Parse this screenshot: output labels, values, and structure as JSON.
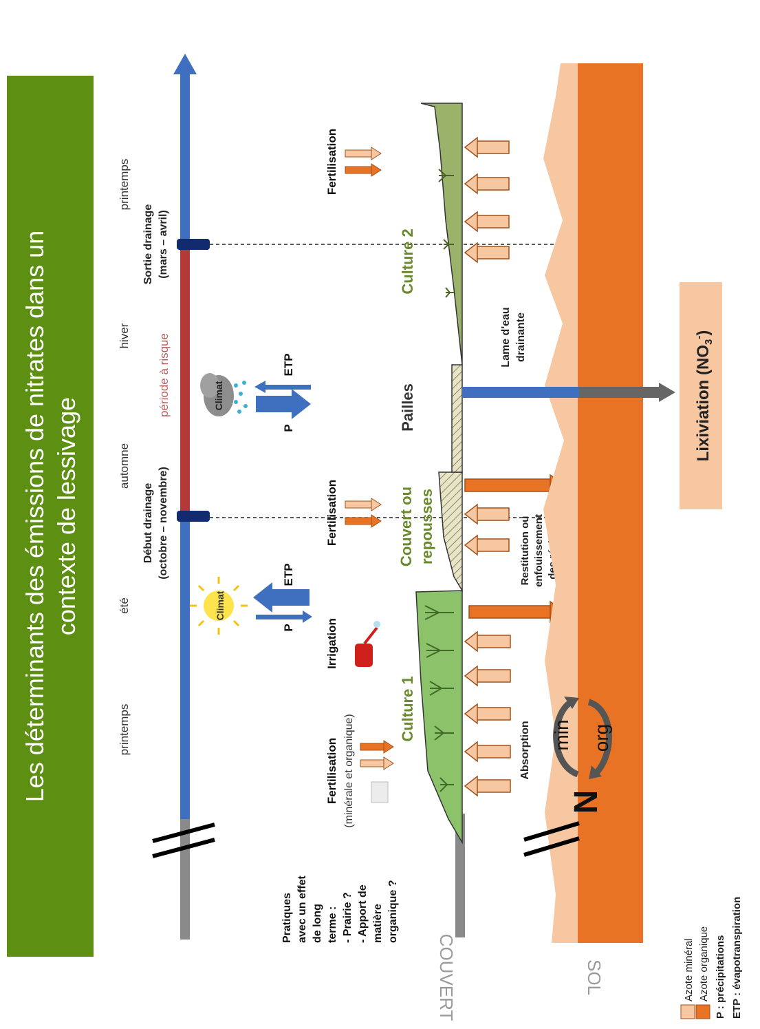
{
  "title_line1": "Les déterminants des émissions de nitrates dans un",
  "title_line2": "contexte de lessivage",
  "seasons": [
    "printemps",
    "été",
    "automne",
    "hiver",
    "printemps"
  ],
  "drain_start_line1": "Début drainage",
  "drain_start_line2": "(octobre – novembre)",
  "drain_end_line1": "Sortie drainage",
  "drain_end_line2": "(mars – avril)",
  "risk_period": "période à risque",
  "climate_label": "Climat",
  "p_label": "P",
  "etp_label": "ETP",
  "fertilisation_label": "Fertilisation",
  "fertilisation_sub": "(minérale et organique)",
  "irrigation_label": "Irrigation",
  "culture1": "Culture 1",
  "culture2": "Culture 2",
  "couvert_line1": "Couvert ou",
  "couvert_line2": "repousses",
  "pailles": "Pailles",
  "absorption": "Absorption",
  "restitution_line1": "Restitution ou",
  "restitution_line2": "enfouissement",
  "restitution_line3": "des résidus",
  "lame_line1": "Lame d'eau",
  "lame_line2": "drainante",
  "lixiviation": "Lixiviation (NO",
  "lixiviation_sub": "3",
  "lixiviation_sup": "-",
  "lixiviation_end": ")",
  "nitrogen": "N",
  "min": "min",
  "org": "org",
  "long_term_practices": [
    "Pratiques",
    "avec un effet",
    "de long",
    "terme :",
    " - Prairie ?",
    " - Apport de",
    "matière",
    "organique ?"
  ],
  "band_couvert": "COUVERT",
  "band_sol": "SOL",
  "legend": {
    "mineral": "Azote minéral",
    "organic": "Azote organique",
    "p": "P : précipitations",
    "etp": "ETP : évapotranspiration"
  },
  "colors": {
    "title_bg": "#5c8f12",
    "timeline_blue": "#3f6fbf",
    "timeline_red": "#b23a3a",
    "mineral_n": "#f6c7a1",
    "organic_n": "#e87325",
    "culture1": "#8cc36a",
    "culture2": "#9bb26b"
  }
}
